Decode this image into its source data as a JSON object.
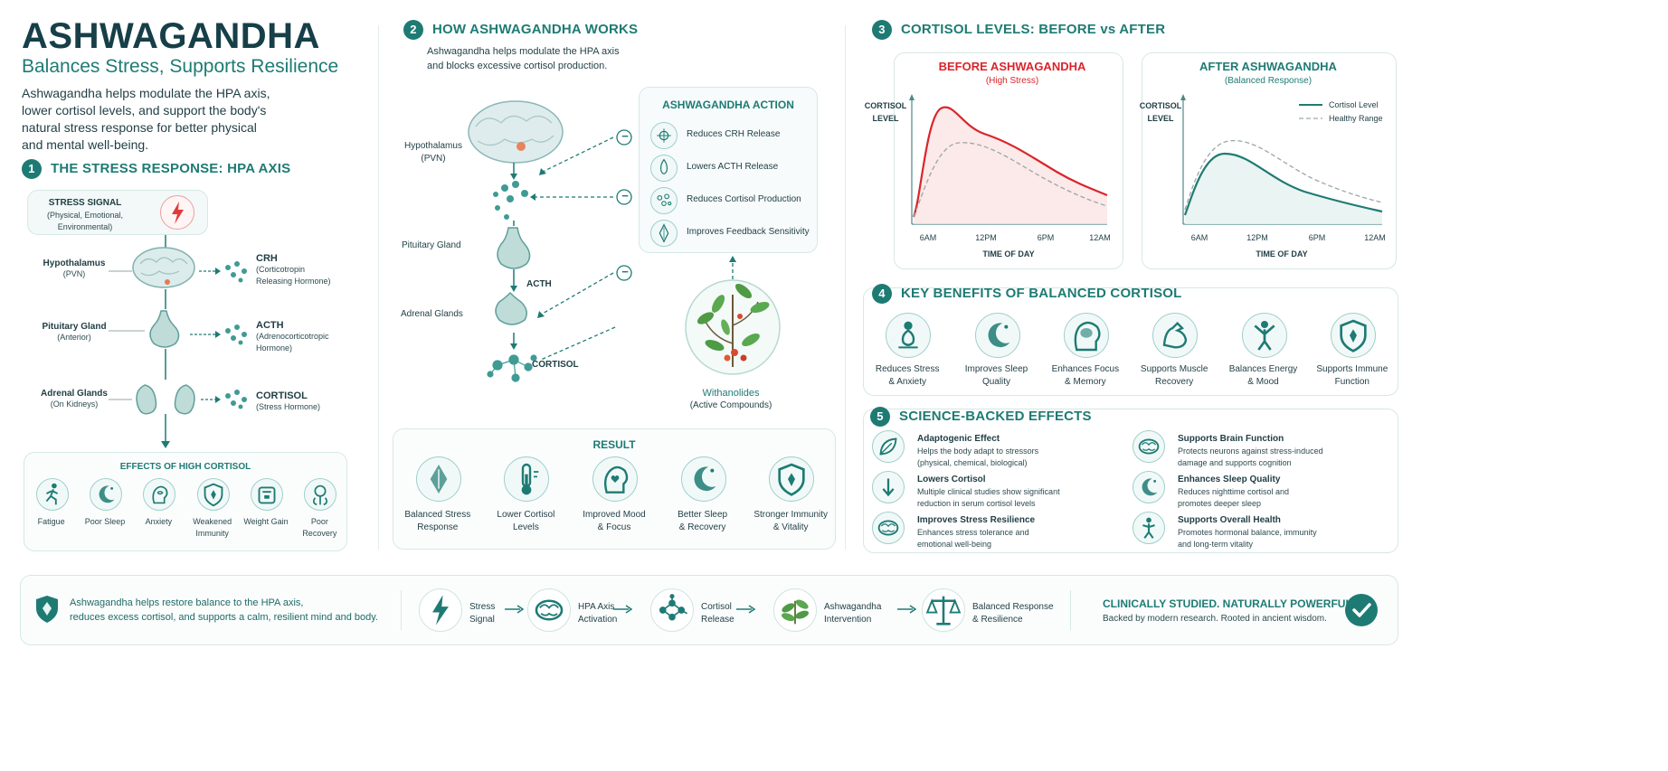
{
  "header": {
    "title": "ASHWAGANDHA",
    "subtitle": "Balances Stress, Supports Resilience",
    "intro": [
      "Ashwagandha helps modulate the HPA axis,",
      "lower cortisol levels, and support the body's",
      "natural stress response for better physical",
      "and mental well-being."
    ]
  },
  "section1": {
    "num": "1",
    "title": "THE STRESS RESPONSE: HPA AXIS",
    "stress_signal": {
      "label": "STRESS SIGNAL",
      "sub": [
        "(Physical, Emotional,",
        "Environmental)"
      ]
    },
    "organs": [
      {
        "name": "Hypothalamus",
        "sub": "(PVN)",
        "hormone": "CRH",
        "hsub": [
          "(Corticotropin",
          "Releasing Hormone)"
        ]
      },
      {
        "name": "Pituitary Gland",
        "sub": "(Anterior)",
        "hormone": "ACTH",
        "hsub": [
          "(Adrenocorticotropic",
          "Hormone)"
        ]
      },
      {
        "name": "Adrenal Glands",
        "sub": "(On Kidneys)",
        "hormone": "CORTISOL",
        "hsub": [
          "(Stress Hormone)"
        ]
      }
    ],
    "effects_title": "EFFECTS OF HIGH CORTISOL",
    "effects": [
      {
        "label": [
          "Fatigue"
        ],
        "icon": "running-person-icon"
      },
      {
        "label": [
          "Poor Sleep"
        ],
        "icon": "moon-icon"
      },
      {
        "label": [
          "Anxiety"
        ],
        "icon": "anxious-head-icon"
      },
      {
        "label": [
          "Weakened",
          "Immunity"
        ],
        "icon": "shield-icon"
      },
      {
        "label": [
          "Weight Gain"
        ],
        "icon": "scale-icon"
      },
      {
        "label": [
          "Poor",
          "Recovery"
        ],
        "icon": "recovery-icon"
      }
    ]
  },
  "section2": {
    "num": "2",
    "title": "HOW ASHWAGANDHA WORKS",
    "intro": [
      "Ashwagandha helps modulate the HPA axis",
      "and blocks excessive cortisol production."
    ],
    "hypothalamus": [
      "Hypothalamus",
      "(PVN)"
    ],
    "pituitary": "Pituitary Gland",
    "adrenal": "Adrenal Glands",
    "acth": "ACTH",
    "cortisol": "CORTISOL",
    "action_title": "ASHWAGANDHA ACTION",
    "actions": [
      "Reduces CRH Release",
      "Lowers ACTH Release",
      "Reduces Cortisol Production",
      "Improves Feedback Sensitivity"
    ],
    "inhibit_symbol": "−",
    "plant_label": [
      "Withanolides",
      "(Active Compounds)"
    ],
    "result_title": "RESULT",
    "results": [
      {
        "label": [
          "Balanced Stress",
          "Response"
        ],
        "icon": "balance-drop-icon"
      },
      {
        "label": [
          "Lower Cortisol",
          "Levels"
        ],
        "icon": "thermometer-icon"
      },
      {
        "label": [
          "Improved Mood",
          "& Focus"
        ],
        "icon": "head-heart-icon"
      },
      {
        "label": [
          "Better Sleep",
          "& Recovery"
        ],
        "icon": "moon-icon"
      },
      {
        "label": [
          "Stronger Immunity",
          "& Vitality"
        ],
        "icon": "shield-icon"
      }
    ]
  },
  "section3": {
    "num": "3",
    "title": "CORTISOL LEVELS: BEFORE vs AFTER",
    "before": {
      "title": "BEFORE ASHWAGANDHA",
      "sub": "(High Stress)",
      "ylabel": [
        "CORTISOL",
        "LEVEL"
      ],
      "xlabel": "TIME OF DAY",
      "ticks": [
        "6AM",
        "12PM",
        "6PM",
        "12AM"
      ]
    },
    "after": {
      "title": "AFTER ASHWAGANDHA",
      "sub": "(Balanced Response)",
      "ylabel": [
        "CORTISOL",
        "LEVEL"
      ],
      "xlabel": "TIME OF DAY",
      "ticks": [
        "6AM",
        "12PM",
        "6PM",
        "12AM"
      ],
      "legend": [
        "Cortisol Level",
        "Healthy Range"
      ]
    },
    "colors": {
      "before": "#d9252b",
      "after": "#1e7b74",
      "range": "#9aa6a8"
    }
  },
  "section4": {
    "num": "4",
    "title": "KEY BENEFITS OF BALANCED CORTISOL",
    "items": [
      {
        "label": [
          "Reduces Stress",
          "& Anxiety"
        ],
        "icon": "calm-person-icon"
      },
      {
        "label": [
          "Improves Sleep",
          "Quality"
        ],
        "icon": "moon-icon"
      },
      {
        "label": [
          "Enhances Focus",
          "& Memory"
        ],
        "icon": "brain-head-icon"
      },
      {
        "label": [
          "Supports Muscle",
          "Recovery"
        ],
        "icon": "muscle-arm-icon"
      },
      {
        "label": [
          "Balances Energy",
          "& Mood"
        ],
        "icon": "energy-person-icon"
      },
      {
        "label": [
          "Supports Immune",
          "Function"
        ],
        "icon": "shield-icon"
      }
    ]
  },
  "section5": {
    "num": "5",
    "title": "SCIENCE-BACKED EFFECTS",
    "items": [
      {
        "title": "Adaptogenic Effect",
        "text": [
          "Helps the body adapt to stressors",
          "(physical, chemical, biological)"
        ],
        "icon": "leaf-icon"
      },
      {
        "title": "Supports Brain Function",
        "text": [
          "Protects neurons against stress-induced",
          "damage and supports cognition"
        ],
        "icon": "brain-icon"
      },
      {
        "title": "Lowers Cortisol",
        "text": [
          "Multiple clinical studies show significant",
          "reduction in serum cortisol levels"
        ],
        "icon": "down-arrow-icon"
      },
      {
        "title": "Enhances Sleep Quality",
        "text": [
          "Reduces nighttime cortisol and",
          "promotes deeper sleep"
        ],
        "icon": "moon-icon"
      },
      {
        "title": "Improves Stress Resilience",
        "text": [
          "Enhances stress tolerance and",
          "emotional well-being"
        ],
        "icon": "brain-icon"
      },
      {
        "title": "Supports Overall Health",
        "text": [
          "Promotes hormonal balance, immunity",
          "and long-term vitality"
        ],
        "icon": "person-icon"
      }
    ]
  },
  "footer": {
    "summary": [
      "Ashwagandha helps restore balance to the HPA axis,",
      "reduces excess cortisol, and supports a calm, resilient mind and body."
    ],
    "flow": [
      {
        "label": [
          "Stress",
          "Signal"
        ],
        "icon": "lightning-icon"
      },
      {
        "label": [
          "HPA Axis",
          "Activation"
        ],
        "icon": "brain-icon"
      },
      {
        "label": [
          "Cortisol",
          "Release"
        ],
        "icon": "molecule-icon"
      },
      {
        "label": [
          "Ashwagandha",
          "Intervention"
        ],
        "icon": "plant-icon"
      },
      {
        "label": [
          "Balanced Response",
          "& Resilience"
        ],
        "icon": "scales-icon"
      }
    ],
    "claim_title": "CLINICALLY STUDIED. NATURALLY POWERFUL.",
    "claim_sub": "Backed by modern research. Rooted in ancient wisdom."
  }
}
